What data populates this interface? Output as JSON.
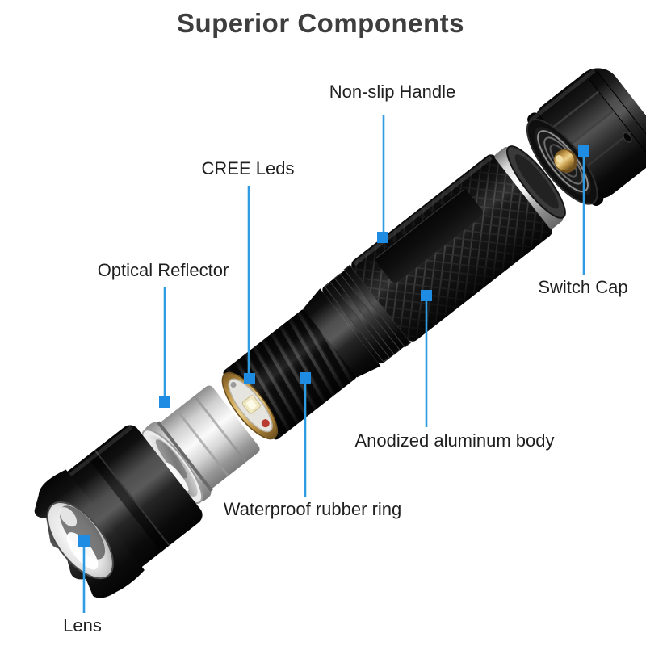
{
  "title": "Superior Components",
  "colors": {
    "background": "#FFFFFF",
    "accent_line": "#2E9BE2",
    "marker_square": "#1D8CE2",
    "title_text": "#3E3E3E",
    "label_text": "#1F1F1F"
  },
  "callouts": [
    {
      "id": "non-slip-handle",
      "label": "Non-slip Handle"
    },
    {
      "id": "cree-leds",
      "label": "CREE Leds"
    },
    {
      "id": "optical-reflector",
      "label": "Optical Reflector"
    },
    {
      "id": "switch-cap",
      "label": "Switch Cap"
    },
    {
      "id": "anodized-aluminum-body",
      "label": "Anodized aluminum body"
    },
    {
      "id": "waterproof-rubber-ring",
      "label": "Waterproof rubber ring"
    },
    {
      "id": "lens",
      "label": "Lens"
    }
  ]
}
